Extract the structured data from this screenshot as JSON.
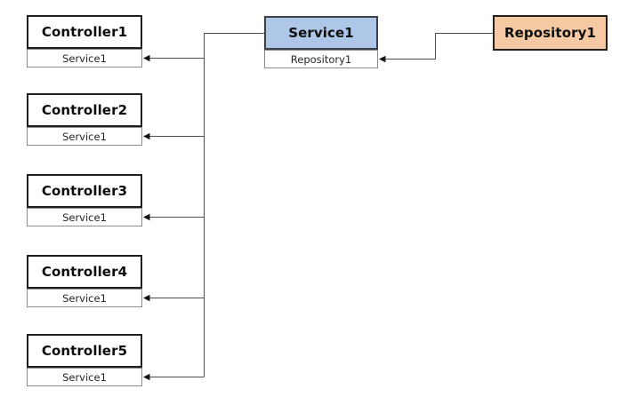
{
  "diagram": {
    "controllers": [
      {
        "title": "Controller1",
        "dependency": "Service1"
      },
      {
        "title": "Controller2",
        "dependency": "Service1"
      },
      {
        "title": "Controller3",
        "dependency": "Service1"
      },
      {
        "title": "Controller4",
        "dependency": "Service1"
      },
      {
        "title": "Controller5",
        "dependency": "Service1"
      }
    ],
    "service": {
      "title": "Service1",
      "dependency": "Repository1"
    },
    "repository": {
      "title": "Repository1"
    }
  },
  "colors": {
    "background": "#ffffff",
    "controller_fill": "#ffffff",
    "service_fill": "#aec6e8",
    "service_border": "#3b4049",
    "repository_fill": "#f5c9a3",
    "box_border": "#1f1f1f",
    "subbox_border": "#8c8c8c",
    "line": "#4f4f4f",
    "arrow": "#141414",
    "title_text": "#0d0d0d",
    "sub_text": "#26262b"
  }
}
